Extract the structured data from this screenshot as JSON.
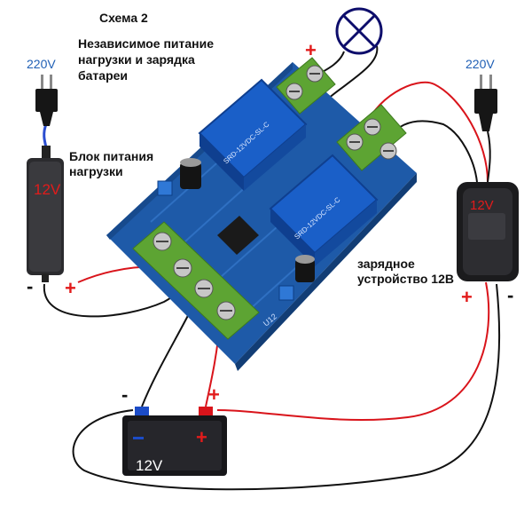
{
  "title": "Схема 2",
  "subtitle_line1": "Независимое питание",
  "subtitle_line2": "нагрузки  и зарядка",
  "subtitle_line3": "батареи",
  "left_mains_label": "220V",
  "right_mains_label": "220V",
  "psu_label_line1": "Блок питания",
  "psu_label_line2": "нагрузки",
  "psu_voltage": "12V",
  "charger_label_line1": "зарядное",
  "charger_label_line2": "устройство 12В",
  "charger_voltage": "12V",
  "battery_voltage": "12V",
  "plus_sign": "+",
  "minus_sign": "-",
  "relay_upper_text": "SRD-12VDC-SL-C",
  "relay_lower_text": "SRD-12VDC-SL-C",
  "board_code": "U12",
  "colors": {
    "wire_red": "#d9141b",
    "wire_black": "#111111",
    "board": "#1e5aa8",
    "relay": "#1a5fc8",
    "terminal": "#5da433",
    "mains_text": "#1f5fb5"
  }
}
